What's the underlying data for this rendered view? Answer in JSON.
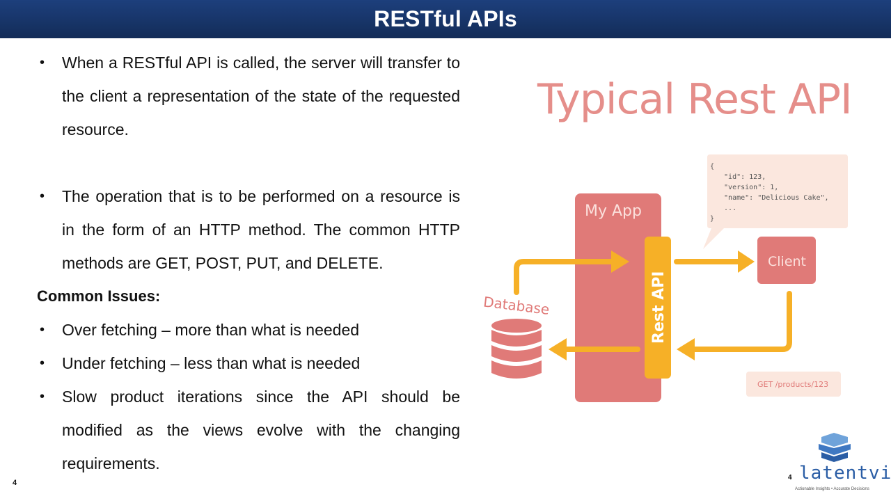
{
  "slide": {
    "title": "RESTful APIs",
    "bullets_top": [
      "When a RESTful API is called, the server will transfer to the client a representation of the state of the requested resource.",
      "The operation that is to be performed on a resource is in the form of an HTTP method. The common HTTP methods are GET, POST, PUT, and DELETE."
    ],
    "subheading": "Common Issues:",
    "bullets_issues": [
      "Over fetching – more than what is needed",
      "Under fetching – less than what is needed",
      "Slow product iterations since the API should be modified as the views evolve with the changing requirements."
    ],
    "page_number_left": "4",
    "page_number_right": "4"
  },
  "diagram": {
    "title": "Typical Rest API",
    "app_label": "My App",
    "api_label": "Rest API",
    "client_label": "Client",
    "database_label": "Database",
    "json_lines": [
      "{",
      "  \"id\": 123,",
      "  \"version\": 1,",
      "  \"name\": \"Delicious Cake\",",
      "  ...",
      "}"
    ],
    "request_label": "GET /products/123",
    "colors": {
      "app": "#e07a78",
      "api": "#f6b027",
      "arrow": "#f6b027",
      "callout": "#fbe7de",
      "title": "#e58e8a"
    }
  },
  "logo": {
    "brand": "latentview",
    "tagline": "Actionable Insights • Accurate Decisions",
    "icon": "stacked-layers-icon"
  }
}
